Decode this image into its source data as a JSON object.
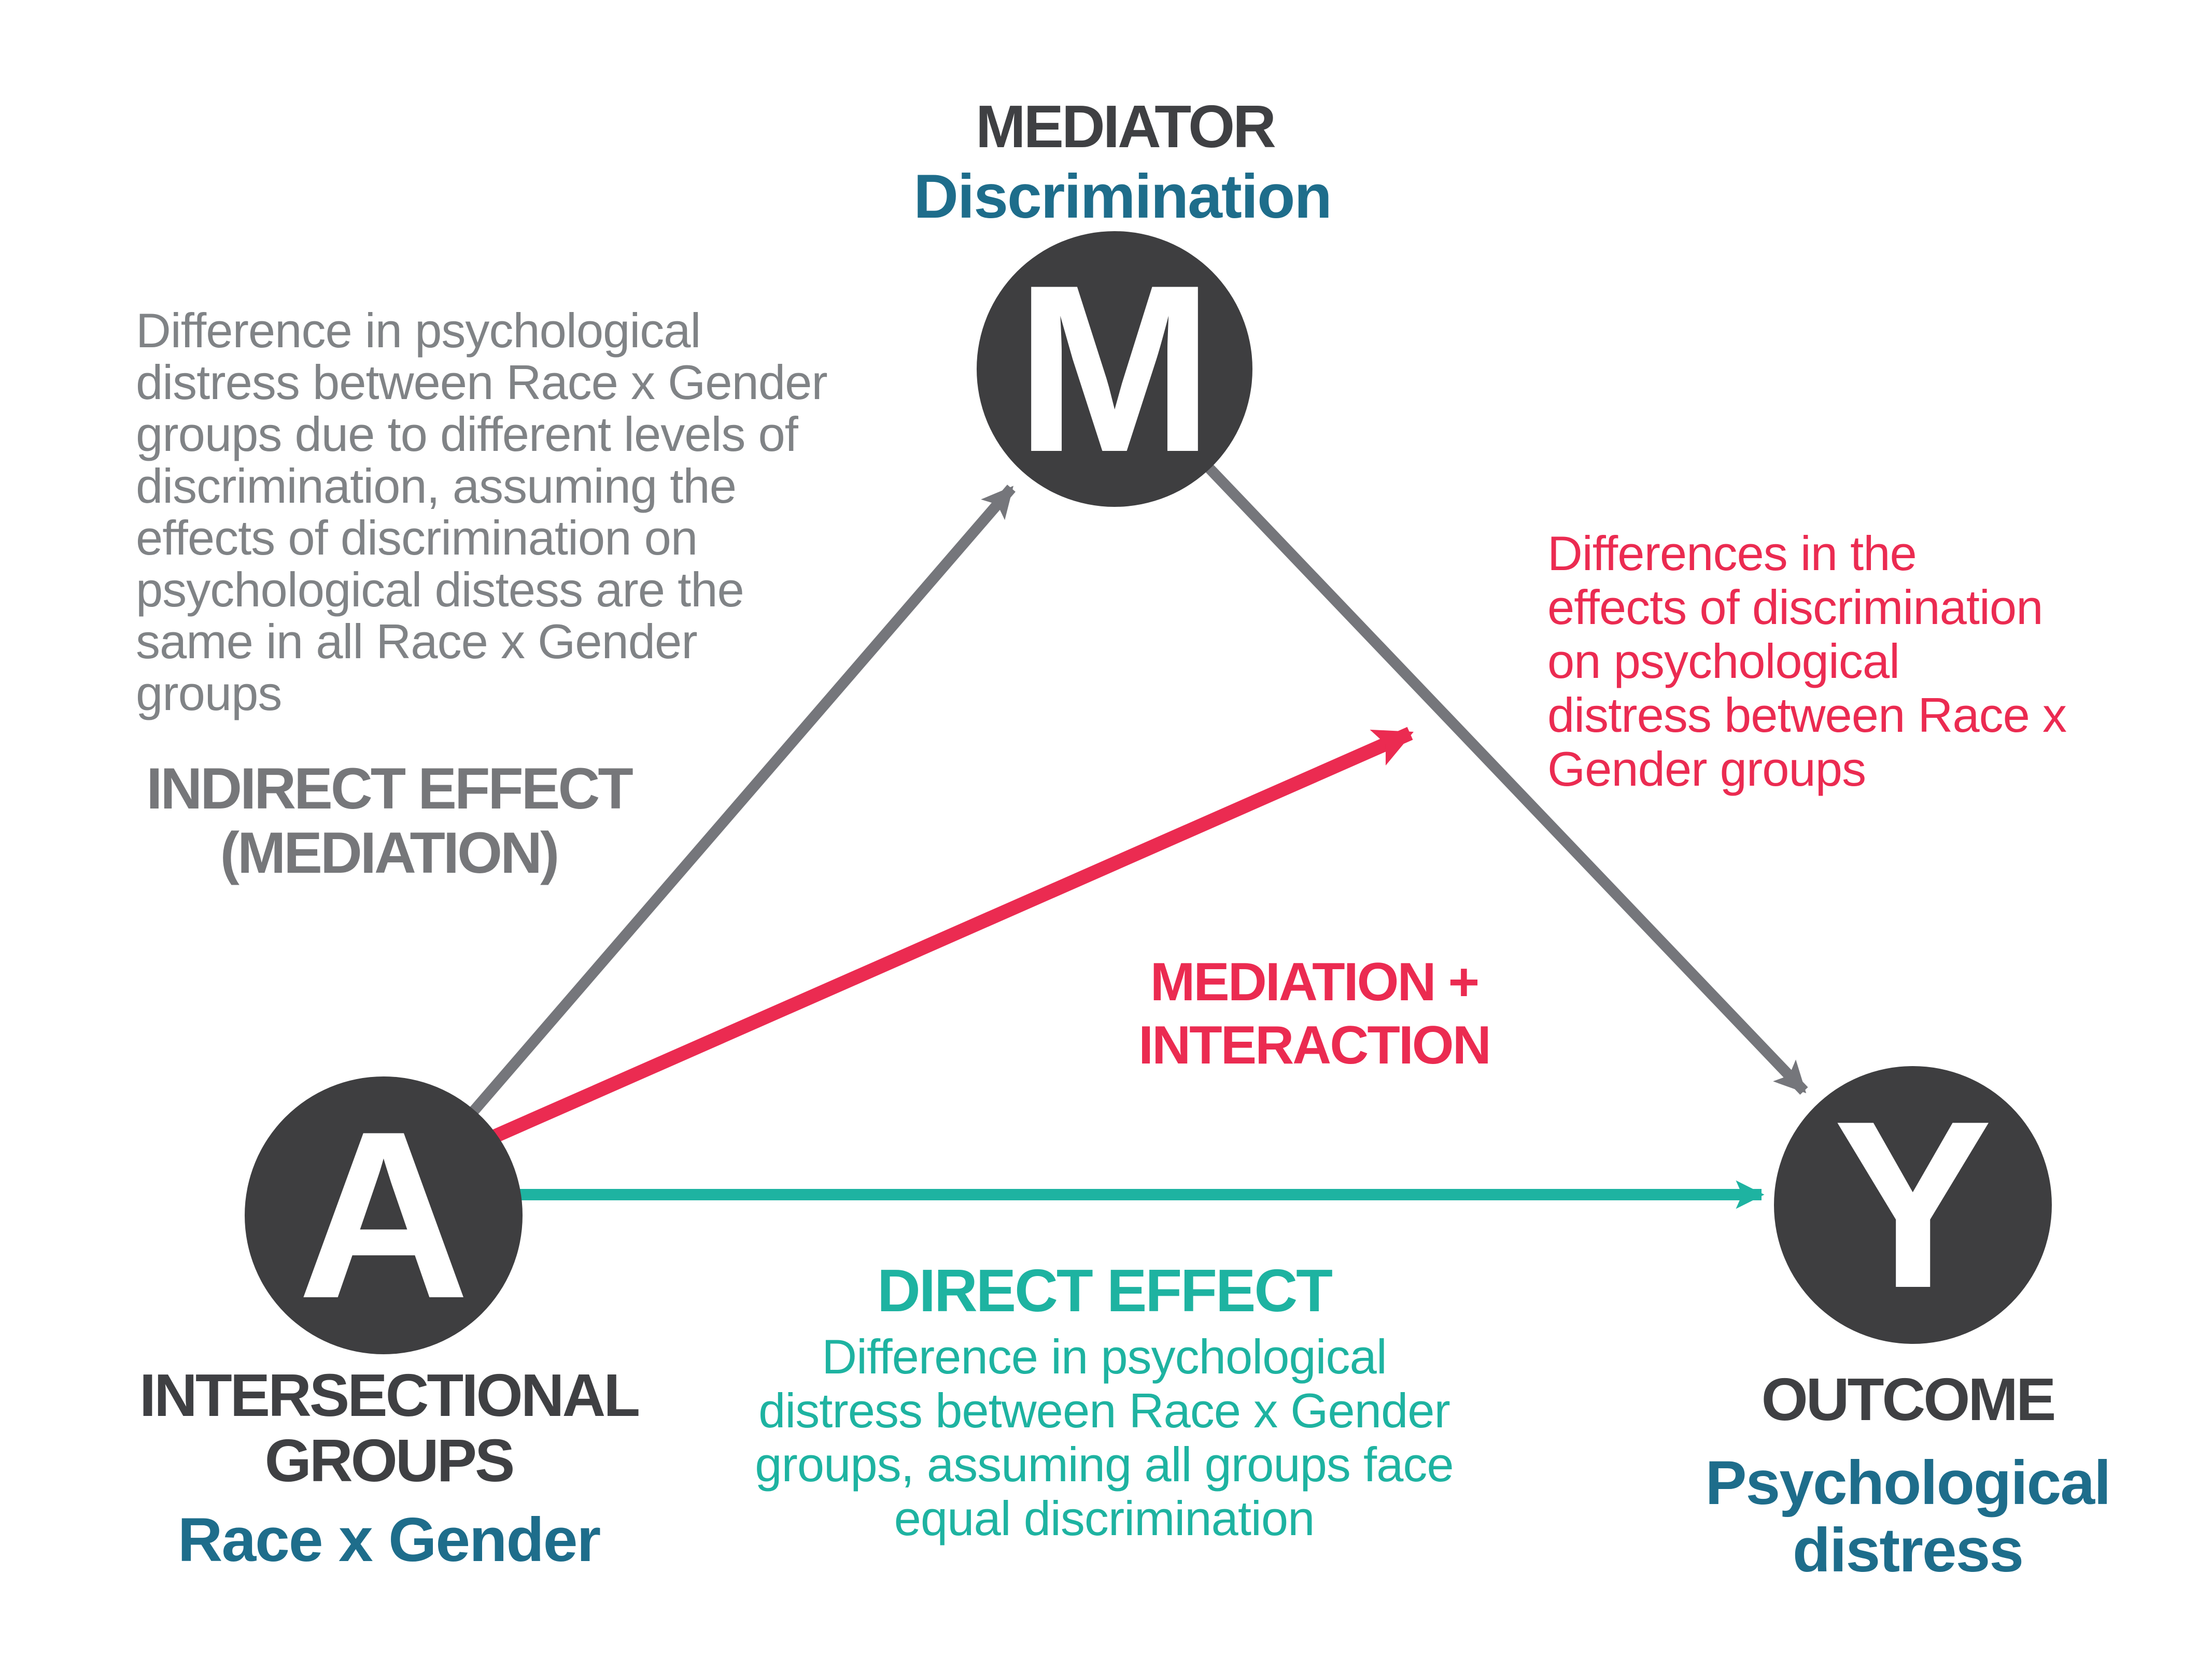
{
  "palette": {
    "background": "#ffffff",
    "node_fill": "#3e3e40",
    "node_letter": "#ffffff",
    "heading_dark": "#3f4043",
    "arrow_gray": "#75767b",
    "label_gray": "#76777a",
    "note_gray": "#808386",
    "teal": "#1eb3a1",
    "dark_teal_blue": "#1e6d8b",
    "red": "#eb2b51"
  },
  "nodes": {
    "mediator": {
      "letter": "M",
      "role": "MEDIATOR",
      "variable": "Discrimination"
    },
    "intersectional": {
      "letter": "A",
      "role_lines": [
        "INTERSECTIONAL",
        "GROUPS"
      ],
      "variable": "Race x Gender"
    },
    "outcome": {
      "letter": "Y",
      "role": "OUTCOME",
      "variable_lines": [
        "Psychological",
        "distress"
      ]
    }
  },
  "paths": {
    "indirect": {
      "label_lines": [
        "INDIRECT EFFECT",
        "(MEDIATION)"
      ],
      "note_lines": [
        "Difference in psychological",
        "distress between Race x Gender",
        "groups due to different levels of",
        "discrimination, assuming the",
        "effects of discrimination on",
        "psychological distess are the",
        "same in all Race x Gender",
        "groups"
      ]
    },
    "mediation_interaction": {
      "label_lines": [
        "MEDIATION +",
        "INTERACTION"
      ],
      "note_lines": [
        "Differences in the",
        "effects of discrimination",
        "on psychological",
        "distress between Race x",
        "Gender groups"
      ]
    },
    "direct": {
      "label": "DIRECT EFFECT",
      "note_lines": [
        "Difference in psychological",
        "distress between Race x Gender",
        "groups, assuming all groups face",
        "equal discrimination"
      ]
    }
  }
}
